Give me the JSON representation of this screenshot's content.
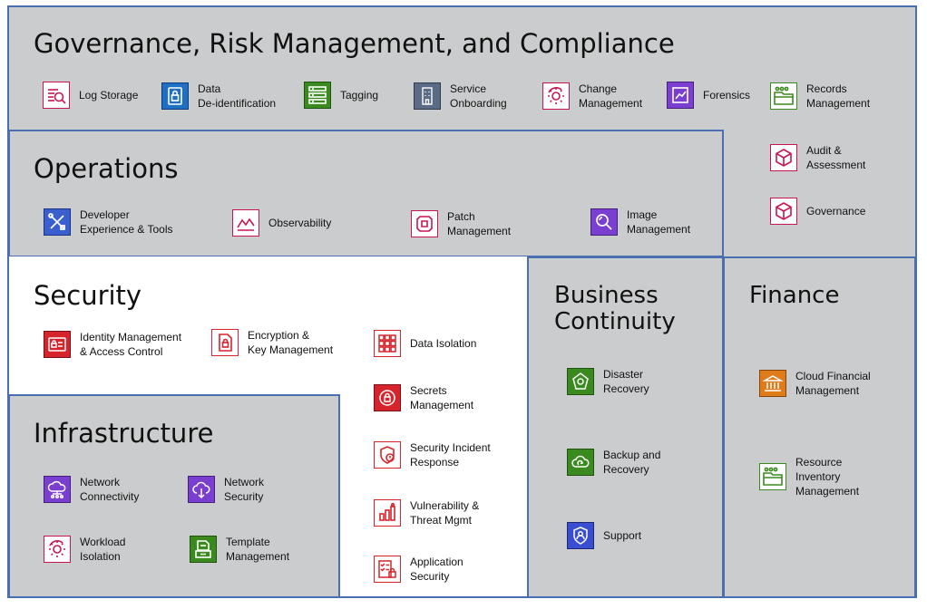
{
  "sections": {
    "governance": {
      "title": "Governance, Risk Management, and Compliance"
    },
    "operations": {
      "title": "Operations"
    },
    "security": {
      "title": "Security"
    },
    "infrastructure": {
      "title": "Infrastructure"
    },
    "business_continuity": {
      "title": "Business\nContinuity"
    },
    "finance": {
      "title": "Finance"
    }
  },
  "items": {
    "log_storage": {
      "label": "Log Storage",
      "icon": "log-storage-icon"
    },
    "data_deidentification": {
      "label": "Data\nDe-identification",
      "icon": "data-lock-icon"
    },
    "tagging": {
      "label": "Tagging",
      "icon": "tagging-icon"
    },
    "service_onboarding": {
      "label": "Service\nOnboarding",
      "icon": "building-icon"
    },
    "change_management": {
      "label": "Change\nManagement",
      "icon": "gear-cycle-icon"
    },
    "forensics": {
      "label": "Forensics",
      "icon": "chart-icon"
    },
    "records_management": {
      "label": "Records\nManagement",
      "icon": "folder-icon"
    },
    "audit_assessment": {
      "label": "Audit &\nAssessment",
      "icon": "cube-icon"
    },
    "governance_item": {
      "label": "Governance",
      "icon": "cube-icon"
    },
    "developer_tools": {
      "label": "Developer\nExperience & Tools",
      "icon": "tools-icon"
    },
    "observability": {
      "label": "Observability",
      "icon": "line-chart-icon"
    },
    "patch_management": {
      "label": "Patch\nManagement",
      "icon": "patch-icon"
    },
    "image_management": {
      "label": "Image\nManagement",
      "icon": "magnifier-icon"
    },
    "identity_management": {
      "label": "Identity Management\n& Access Control",
      "icon": "identity-icon"
    },
    "encryption": {
      "label": "Encryption &\nKey Management",
      "icon": "document-lock-icon"
    },
    "data_isolation": {
      "label": "Data Isolation",
      "icon": "grid-icon"
    },
    "secrets_management": {
      "label": "Secrets\nManagement",
      "icon": "secrets-icon"
    },
    "security_incident": {
      "label": "Security Incident\nResponse",
      "icon": "shield-alert-icon"
    },
    "vulnerability": {
      "label": "Vulnerability &\nThreat Mgmt",
      "icon": "bar-chart-icon"
    },
    "application_security": {
      "label": "Application\nSecurity",
      "icon": "checklist-lock-icon"
    },
    "network_connectivity": {
      "label": "Network\nConnectivity",
      "icon": "cloud-network-icon"
    },
    "network_security": {
      "label": "Network\nSecurity",
      "icon": "cloud-upload-icon"
    },
    "workload_isolation": {
      "label": "Workload\nIsolation",
      "icon": "gear-cycle-icon"
    },
    "template_management": {
      "label": "Template\nManagement",
      "icon": "template-icon"
    },
    "disaster_recovery": {
      "label": "Disaster\nRecovery",
      "icon": "recovery-icon"
    },
    "backup_recovery": {
      "label": "Backup and\nRecovery",
      "icon": "backup-icon"
    },
    "support": {
      "label": "Support",
      "icon": "support-icon"
    },
    "cloud_financial": {
      "label": "Cloud Financial\nManagement",
      "icon": "bank-icon"
    },
    "resource_inventory": {
      "label": "Resource\nInventory\nManagement",
      "icon": "folder-icon"
    }
  },
  "colors": {
    "background_gray": "#cbcccd",
    "border_blue": "#4a6fb0",
    "security_red": "#d6242d",
    "analytics_purple": "#7a3fd1",
    "storage_green": "#3b8a1f",
    "compute_orange": "#e07b1a",
    "management_pink": "#c7174f",
    "data_blue": "#1f6fc4",
    "support_blue": "#3a4fd0"
  }
}
